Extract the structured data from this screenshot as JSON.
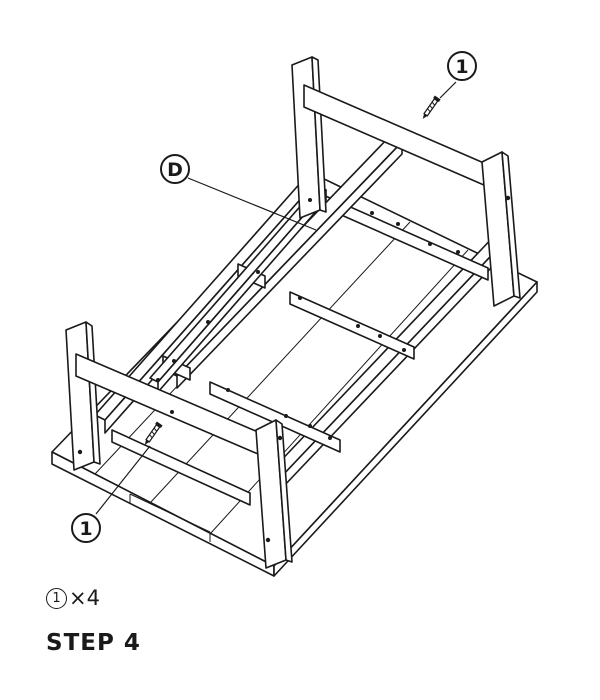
{
  "callouts": {
    "screw_top": "1",
    "screw_bottom": "1",
    "part_d": "D"
  },
  "quantity": {
    "badge": "1",
    "multiplier": "×4"
  },
  "step": {
    "label": "STEP 4"
  },
  "icons": [
    "screw-icon",
    "screw-icon"
  ],
  "colors": {
    "line": "#1a1a1a",
    "background": "#ffffff"
  }
}
